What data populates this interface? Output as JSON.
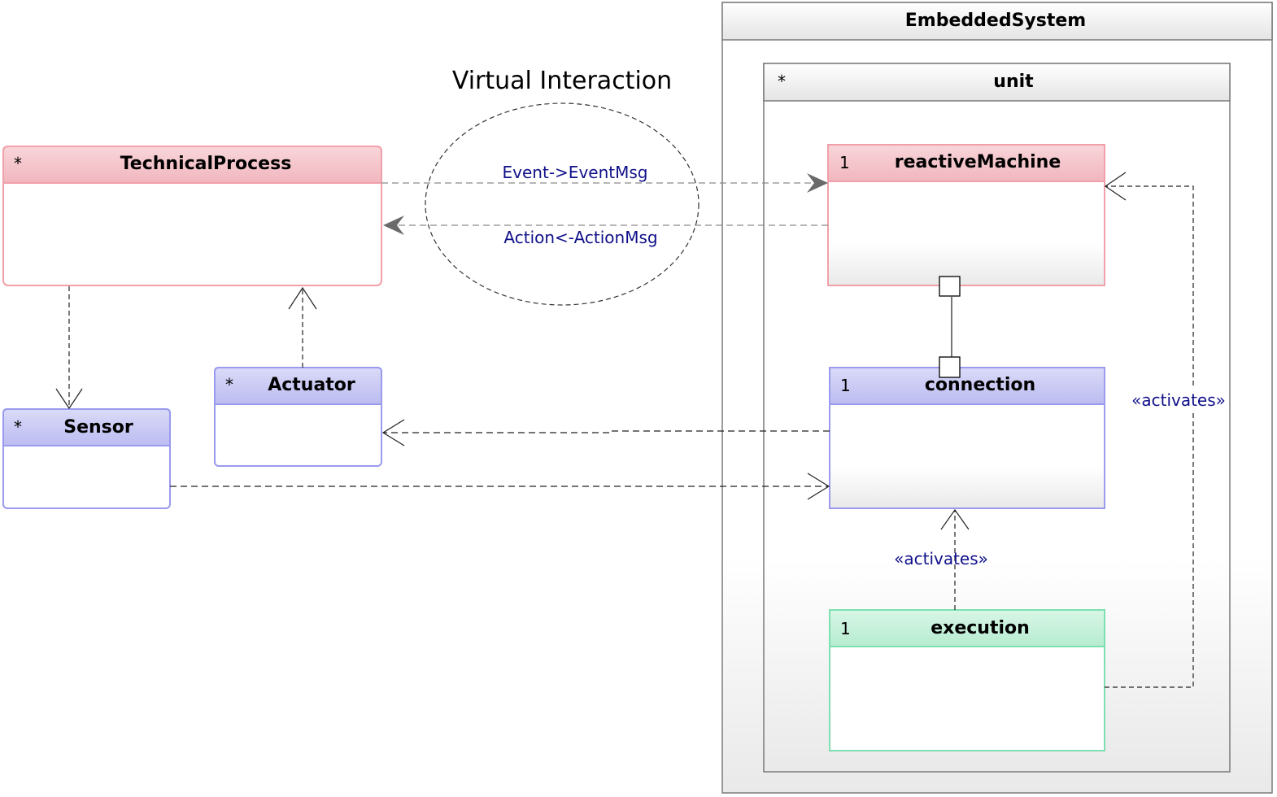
{
  "diagram": {
    "embedded_system": {
      "title": "EmbeddedSystem"
    },
    "unit": {
      "multiplicity": "*",
      "title": "unit"
    },
    "reactive_machine": {
      "multiplicity": "1",
      "title": "reactiveMachine"
    },
    "connection": {
      "multiplicity": "1",
      "title": "connection"
    },
    "execution": {
      "multiplicity": "1",
      "title": "execution"
    },
    "technical_process": {
      "multiplicity": "*",
      "title": "TechnicalProcess"
    },
    "sensor": {
      "multiplicity": "*",
      "title": "Sensor"
    },
    "actuator": {
      "multiplicity": "*",
      "title": "Actuator"
    },
    "virtual_interaction": {
      "label": "Virtual Interaction"
    },
    "event_label": "Event->EventMsg",
    "action_label": "Action<-ActionMsg",
    "activates_right_label": "«activates»",
    "activates_mid_label": "«activates»",
    "colors": {
      "red_border": "#f0a0aa",
      "red_header": "#f5c8ce",
      "blue_border": "#9a9aee",
      "blue_header": "#c8c8f5",
      "green_border": "#7ee0b0",
      "green_header": "#c6f2dc",
      "gray_border": "#7a7a7a",
      "link_text": "#10108a"
    }
  }
}
